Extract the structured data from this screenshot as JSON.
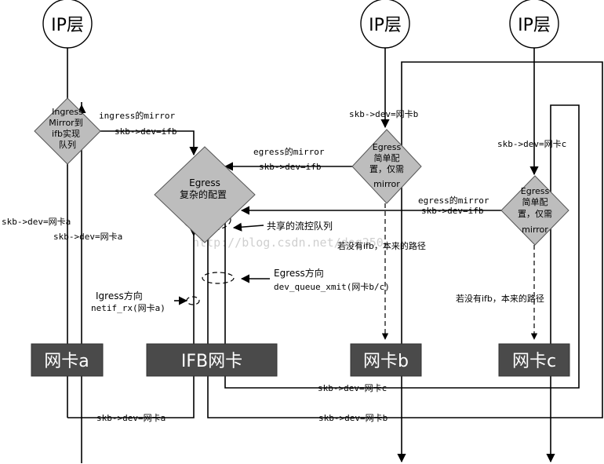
{
  "ip_layer_label": "IP层",
  "nics": {
    "a": "网卡a",
    "ifb": "IFB网卡",
    "b": "网卡b",
    "c": "网卡c"
  },
  "diamonds": {
    "ingress_mirror": [
      "Ingress",
      "Mirror到",
      "ifb实现",
      "队列"
    ],
    "egress_complex": [
      "Egress",
      "复杂的配置"
    ],
    "egress_simple_b": [
      "Egress",
      "简单配",
      "置，仅需",
      "mirror"
    ],
    "egress_simple_c": [
      "Egress",
      "简单配",
      "置，仅需",
      "mirror"
    ]
  },
  "labels": {
    "ingress_mirror": "ingress的mirror",
    "skb_dev_ifb": "skb->dev=ifb",
    "egress_mirror": "egress的mirror",
    "skb_dev_a": "skb->dev=网卡a",
    "skb_dev_b": "skb->dev=网卡b",
    "skb_dev_c": "skb->dev=网卡c",
    "shared_queue": "共享的流控队列",
    "no_ifb_path": "若没有ifb，本来的路径",
    "egress_direction": "Egress方向",
    "dev_queue_xmit": "dev_queue_xmit(网卡b/c)",
    "igress_direction": "Igress方向",
    "netif_rx": "netif_rx(网卡a)"
  },
  "watermark": "http://blog.csdn.net/dog250"
}
